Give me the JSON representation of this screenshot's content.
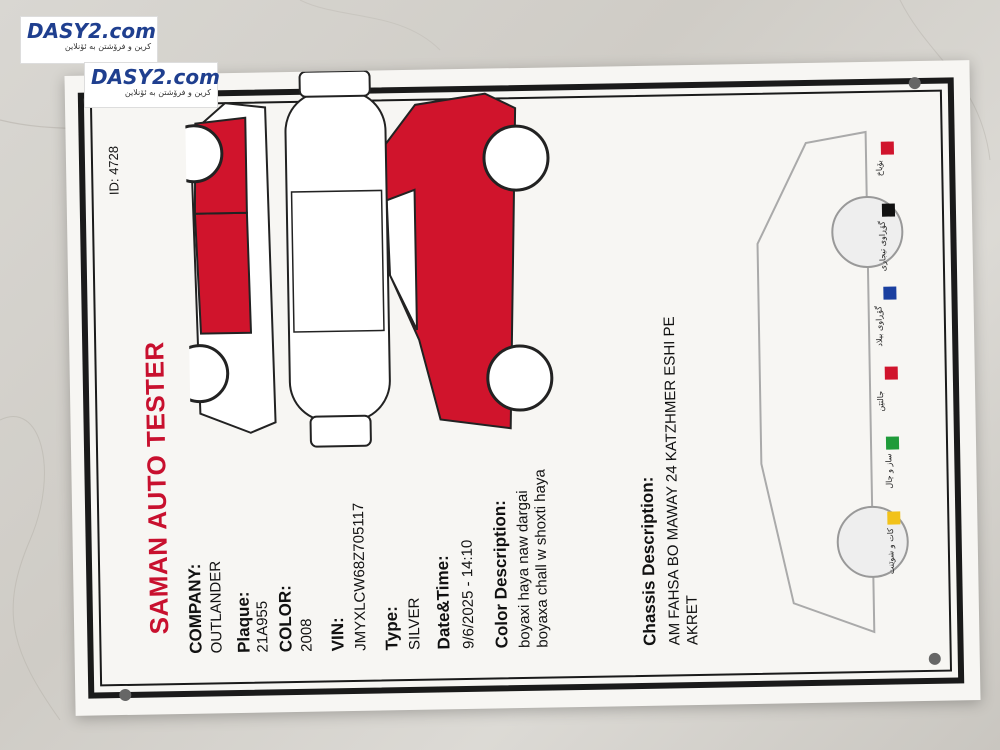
{
  "watermark": {
    "logo": "DASY2.com",
    "tagline": "کرین و فرۆشتن بە ئۆنلاین"
  },
  "report": {
    "title": "SAMAN AUTO TESTER",
    "id": "ID: 4728",
    "fields": [
      {
        "label": "COMPANY:",
        "value": "OUTLANDER"
      },
      {
        "label": "Plaque:",
        "value": "21A955"
      },
      {
        "label": "COLOR:",
        "value": "2008"
      },
      {
        "label": "VIN:",
        "value": "JMYXLCW68Z705117"
      },
      {
        "label": "Type:",
        "value": "SILVER"
      },
      {
        "label": "Date&Time:",
        "value": "9/6/2025 - 14:10"
      }
    ],
    "color_description": {
      "label": "Color Description:",
      "line1": "boyaxi haya naw dargai",
      "line2": "boyaxa chall w shoxti haya"
    },
    "chassis_description": {
      "label": "Chassis Description:",
      "line1": "AM FAHSA BO MAWAY 24 KATZHMER ESHI PE",
      "line2": "AKRET"
    }
  },
  "legend": [
    {
      "label": "بۆیاخ",
      "color": "#d0142c"
    },
    {
      "label": "گۆڕاوی تیجاری",
      "color": "#111111"
    },
    {
      "label": "گۆڕاوی بیلاد",
      "color": "#1a3fa0"
    },
    {
      "label": "جالتێن",
      "color": "#d0142c"
    },
    {
      "label": "ساز و چال",
      "color": "#1f9b3a"
    },
    {
      "label": "کات و شوێنت",
      "color": "#f2c21a"
    }
  ],
  "colors": {
    "paint_red": "#d0142c",
    "title_red": "#c8102e"
  }
}
